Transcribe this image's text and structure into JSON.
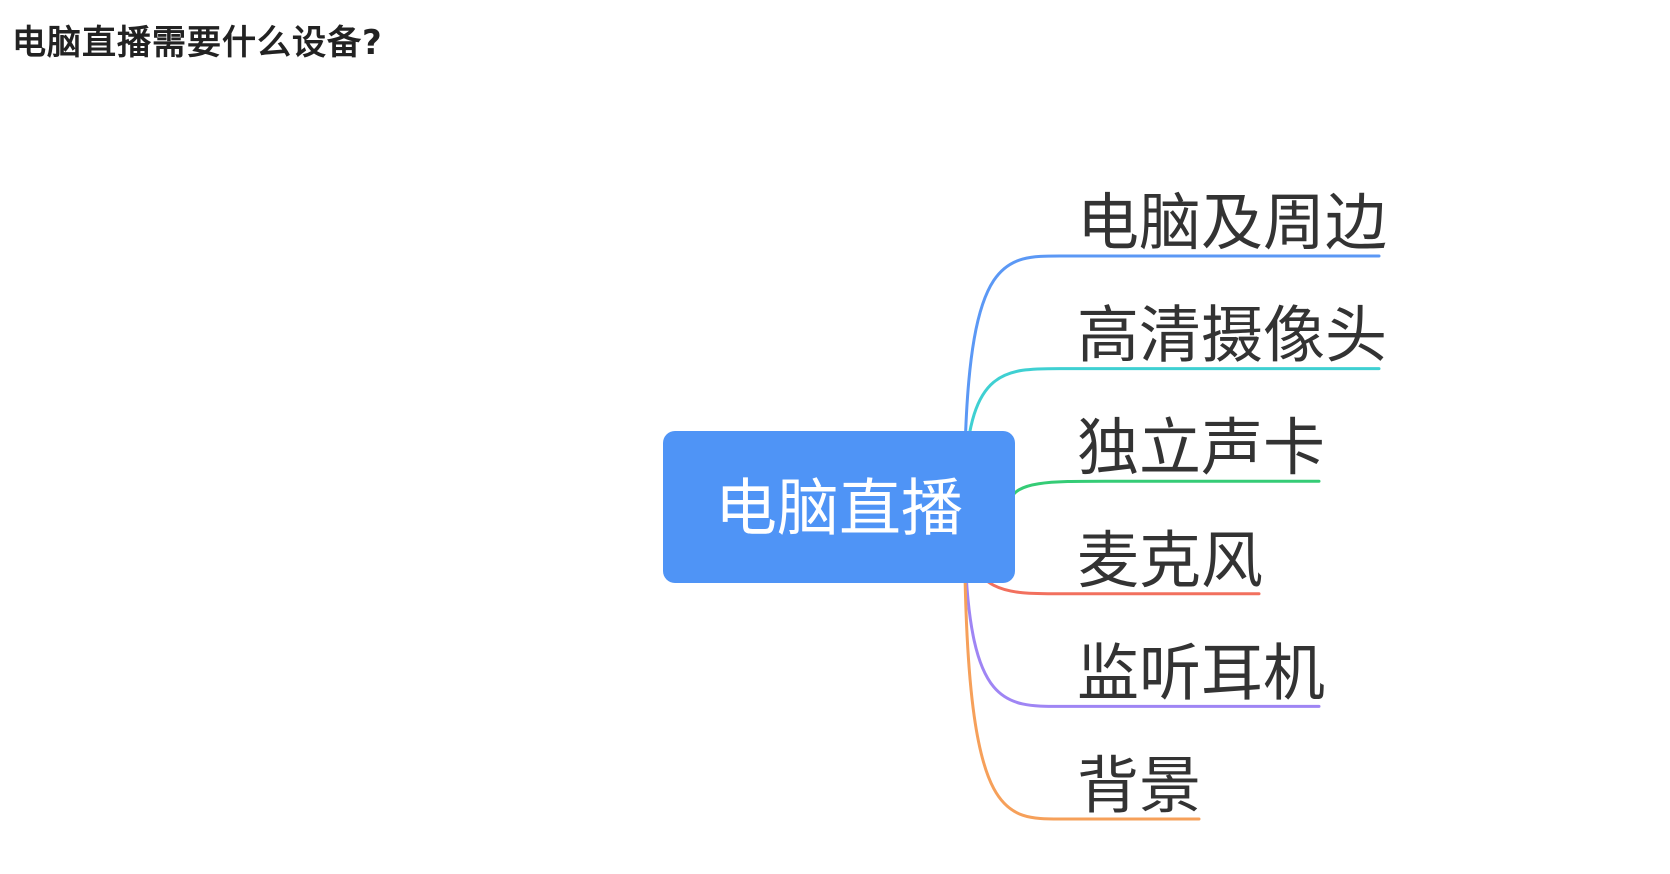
{
  "page": {
    "title": "电脑直播需要什么设备?"
  },
  "mindmap": {
    "root": {
      "label": "电脑直播",
      "color": "#4f94f6"
    },
    "branches": [
      {
        "label": "电脑及周边",
        "color": "#5b98f5"
      },
      {
        "label": "高清摄像头",
        "color": "#3fd0d2"
      },
      {
        "label": "独立声卡",
        "color": "#35cc76"
      },
      {
        "label": "麦克风",
        "color": "#f2705e"
      },
      {
        "label": "监听耳机",
        "color": "#9f85f4"
      },
      {
        "label": "背景",
        "color": "#f6a05a"
      }
    ]
  }
}
